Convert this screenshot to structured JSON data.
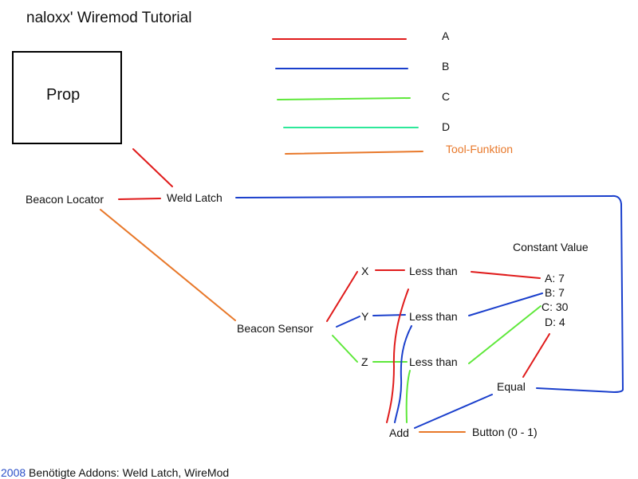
{
  "title": "naloxx' Wiremod Tutorial",
  "colors": {
    "A": "#e01b1b",
    "B": "#1a3fcc",
    "C": "#5ee83a",
    "D": "#2ee89a",
    "tool": "#e8782a"
  },
  "legend": [
    {
      "key": "A",
      "label": "A",
      "color_key": "A"
    },
    {
      "key": "B",
      "label": "B",
      "color_key": "B"
    },
    {
      "key": "C",
      "label": "C",
      "color_key": "C"
    },
    {
      "key": "D",
      "label": "D",
      "color_key": "D"
    },
    {
      "key": "tool",
      "label": "Tool-Funktion",
      "color_key": "tool"
    }
  ],
  "nodes": {
    "prop": "Prop",
    "beacon_locator": "Beacon Locator",
    "weld_latch": "Weld Latch",
    "beacon_sensor": "Beacon Sensor",
    "x": "X",
    "y": "Y",
    "z": "Z",
    "less_than_1": "Less than",
    "less_than_2": "Less than",
    "less_than_3": "Less than",
    "constant_value": "Constant Value",
    "const_a": "A: 7",
    "const_b": "B: 7",
    "const_c": "C: 30",
    "const_d": "D: 4",
    "equal": "Equal",
    "add": "Add",
    "button": "Button (0 - 1)"
  },
  "footer": {
    "year": "2008",
    "text": "Benötigte Addons: Weld Latch, WireMod"
  }
}
